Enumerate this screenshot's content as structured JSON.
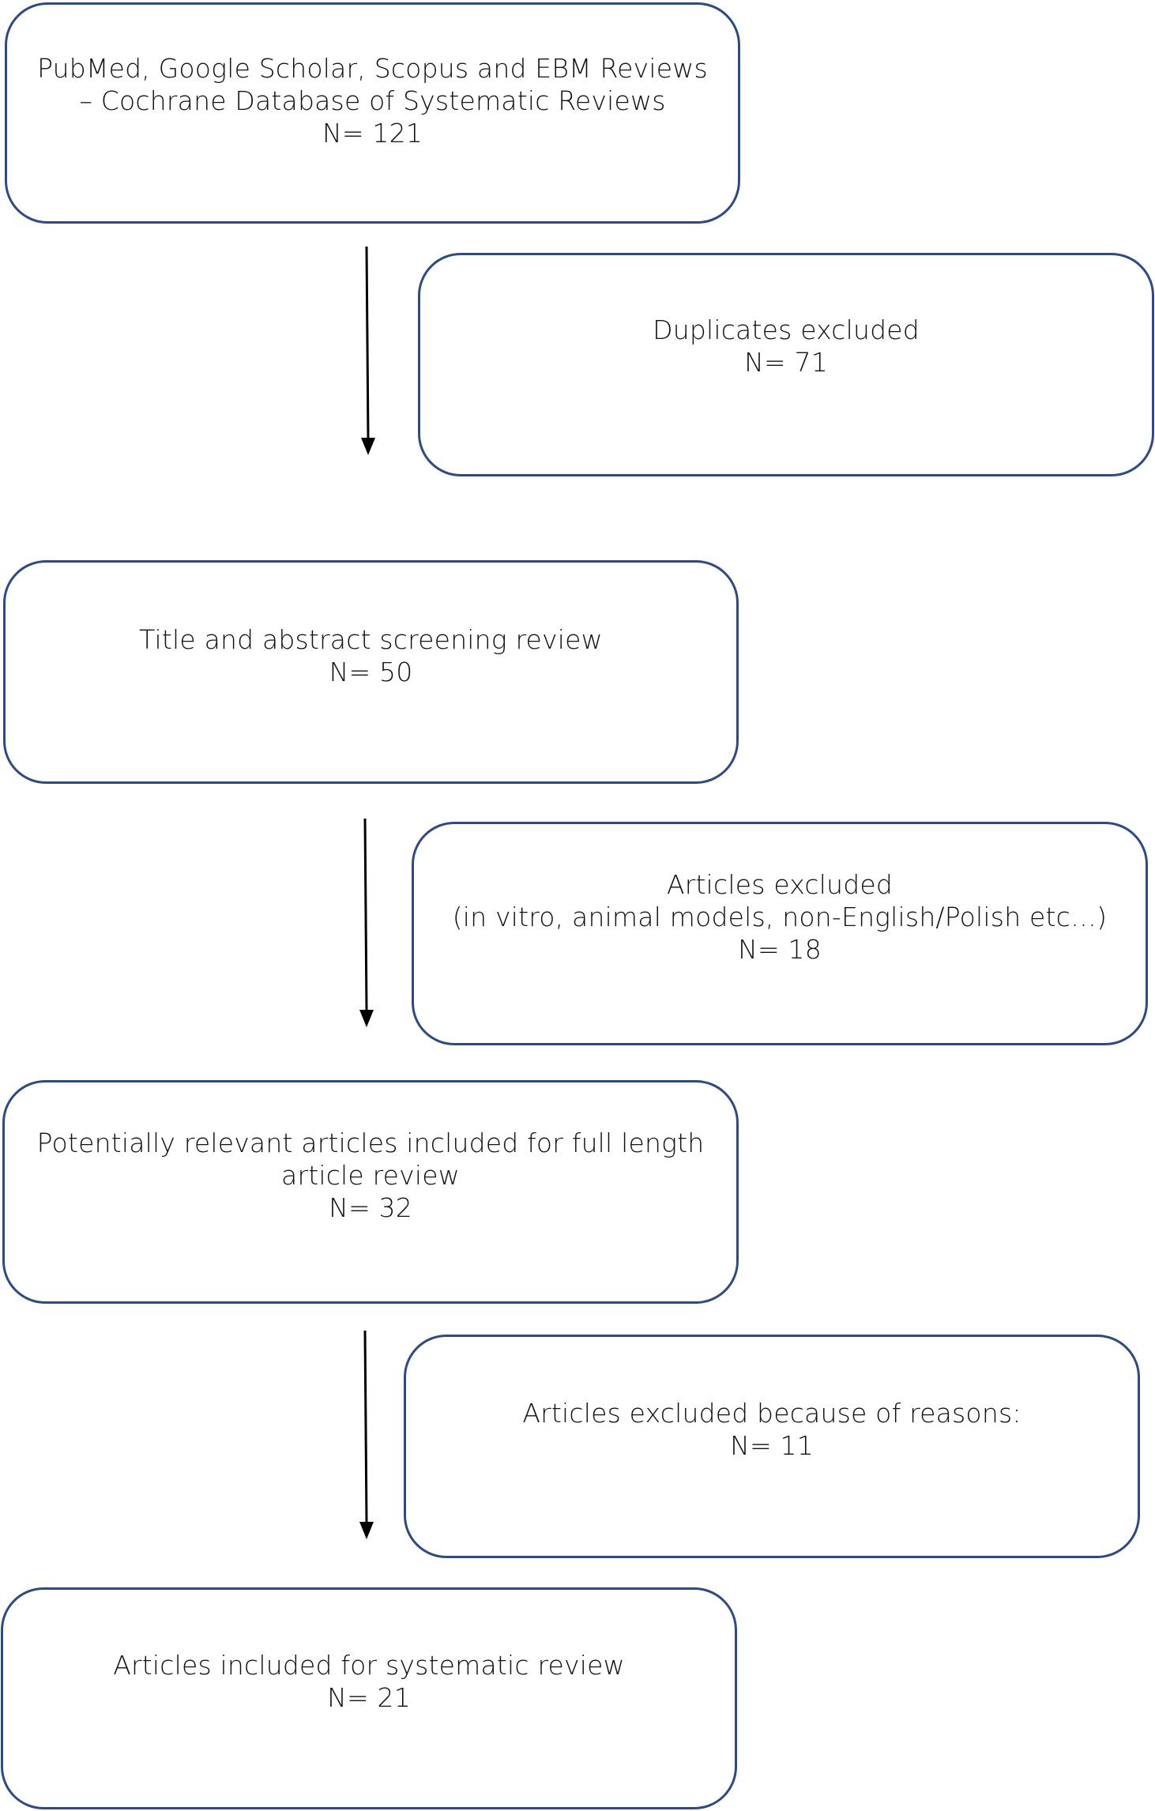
{
  "diagram": {
    "boxes": [
      {
        "id": "sources",
        "lines": [
          "PubMed, Google Scholar, Scopus and EBM Reviews",
          "– Cochrane Database of Systematic Reviews",
          "N= 121"
        ]
      },
      {
        "id": "duplicates",
        "lines": [
          "Duplicates excluded",
          "N= 71"
        ]
      },
      {
        "id": "screening",
        "lines": [
          "Title and abstract screening review",
          "N= 50"
        ]
      },
      {
        "id": "excluded_1",
        "lines": [
          "Articles excluded",
          "(in vitro, animal models, non-English/Polish etc…)",
          "N= 18"
        ]
      },
      {
        "id": "full_text",
        "lines": [
          "Potentially relevant articles included for full length",
          "article review",
          "N= 32"
        ]
      },
      {
        "id": "excluded_2",
        "lines": [
          "Articles excluded because of reasons:",
          "N= 11"
        ]
      },
      {
        "id": "included",
        "lines": [
          "Articles included for systematic review",
          "N= 21"
        ]
      }
    ],
    "colors": {
      "box_border": "#2e4a86",
      "arrow": "#000000",
      "text": "#111111",
      "background": "#ffffff"
    }
  }
}
